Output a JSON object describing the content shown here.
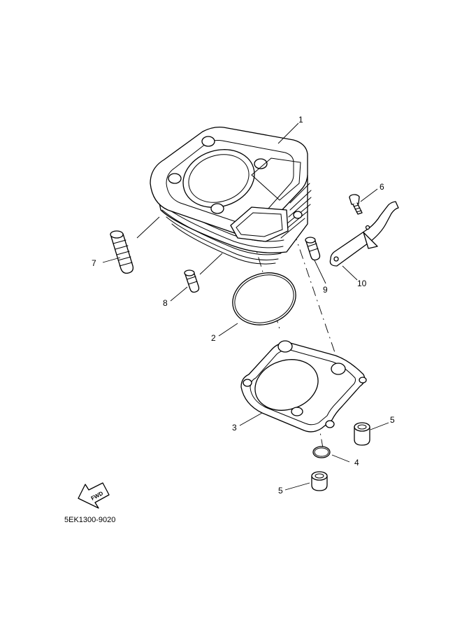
{
  "diagram": {
    "code": "5EK1300-9020",
    "fwd_label": "FWD",
    "callouts": [
      {
        "id": "c1",
        "text": "1"
      },
      {
        "id": "c2",
        "text": "2"
      },
      {
        "id": "c3",
        "text": "3"
      },
      {
        "id": "c4",
        "text": "4"
      },
      {
        "id": "c5a",
        "text": "5"
      },
      {
        "id": "c5b",
        "text": "5"
      },
      {
        "id": "c6",
        "text": "6"
      },
      {
        "id": "c7",
        "text": "7"
      },
      {
        "id": "c8",
        "text": "8"
      },
      {
        "id": "c9",
        "text": "9"
      },
      {
        "id": "c10",
        "text": "10"
      }
    ]
  }
}
